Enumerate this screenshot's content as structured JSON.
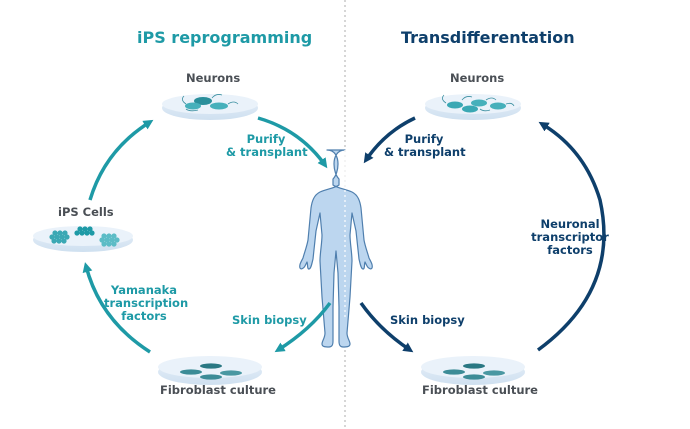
{
  "colors": {
    "teal": "#1e9aa6",
    "navy": "#0e3f6b",
    "label_gray": "#4a4f55",
    "dish": "#dce9f5",
    "body_fill": "#bcd6ef",
    "body_outline": "#4f7fae",
    "divider": "#c8c8c8"
  },
  "left_panel": {
    "title": "iPS reprogramming",
    "neurons_label": "Neurons",
    "ips_cells_label": "iPS Cells",
    "fibroblast_label": "Fibroblast culture",
    "purify_line1": "Purify",
    "purify_line2": "& transplant",
    "yamanaka_line1": "Yamanaka",
    "yamanaka_line2": "transcription",
    "yamanaka_line3": "factors",
    "skin_biopsy": "Skin biopsy"
  },
  "right_panel": {
    "title": "Transdifferentation",
    "neurons_label": "Neurons",
    "fibroblast_label": "Fibroblast culture",
    "purify_line1": "Purify",
    "purify_line2": "& transplant",
    "neuronal_line1": "Neuronal",
    "neuronal_line2": "transcriptor",
    "neuronal_line3": "factors",
    "skin_biopsy": "Skin biopsy"
  }
}
